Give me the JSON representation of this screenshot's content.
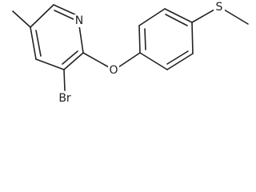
{
  "molecule": {
    "atoms": {
      "nitrogen": "N",
      "oxygen": "O",
      "bromine": "Br",
      "sulfur": "S"
    }
  }
}
